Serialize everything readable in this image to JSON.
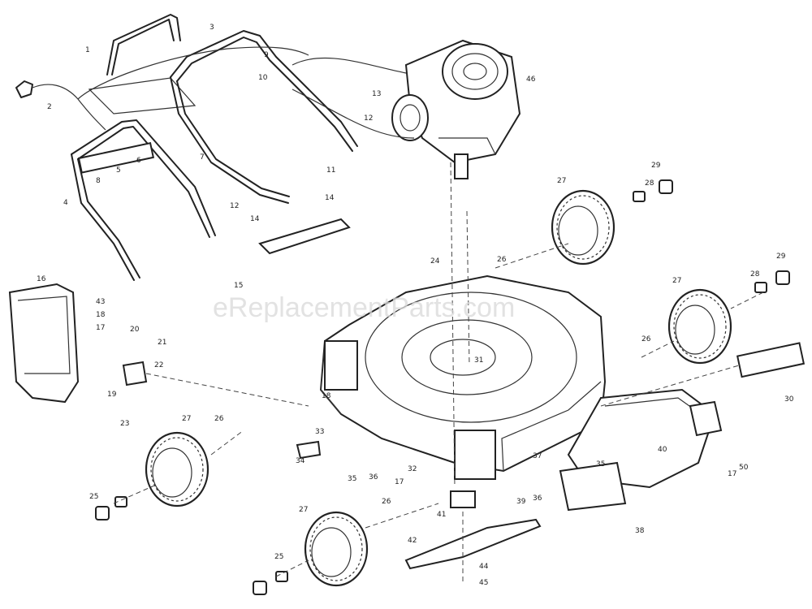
{
  "watermark": "eReplacementParts.com",
  "callouts": [
    {
      "id": "c1",
      "text": "1"
    },
    {
      "id": "c2",
      "text": "2"
    },
    {
      "id": "c3",
      "text": "3"
    },
    {
      "id": "c4",
      "text": "4"
    },
    {
      "id": "c5",
      "text": "5"
    },
    {
      "id": "c6",
      "text": "6"
    },
    {
      "id": "c7",
      "text": "7"
    },
    {
      "id": "c8",
      "text": "8"
    },
    {
      "id": "c9",
      "text": "9"
    },
    {
      "id": "c10",
      "text": "10"
    },
    {
      "id": "c11",
      "text": "11"
    },
    {
      "id": "c12",
      "text": "12"
    },
    {
      "id": "c12b",
      "text": "12"
    },
    {
      "id": "c13",
      "text": "13"
    },
    {
      "id": "c14",
      "text": "14"
    },
    {
      "id": "c14b",
      "text": "14"
    },
    {
      "id": "c15",
      "text": "15"
    },
    {
      "id": "c16",
      "text": "16"
    },
    {
      "id": "c17",
      "text": "17"
    },
    {
      "id": "c18",
      "text": "18"
    },
    {
      "id": "c19",
      "text": "19"
    },
    {
      "id": "c20",
      "text": "20"
    },
    {
      "id": "c21",
      "text": "21"
    },
    {
      "id": "c22",
      "text": "22"
    },
    {
      "id": "c23",
      "text": "23"
    },
    {
      "id": "c24",
      "text": "24"
    },
    {
      "id": "c25",
      "text": "25"
    },
    {
      "id": "c26",
      "text": "26"
    },
    {
      "id": "c27",
      "text": "27"
    },
    {
      "id": "c28",
      "text": "28"
    },
    {
      "id": "c29",
      "text": "29"
    },
    {
      "id": "c30",
      "text": "30"
    },
    {
      "id": "c31",
      "text": "31"
    },
    {
      "id": "c32",
      "text": "32"
    },
    {
      "id": "c33",
      "text": "33"
    },
    {
      "id": "c34",
      "text": "34"
    },
    {
      "id": "c35",
      "text": "35"
    },
    {
      "id": "c36",
      "text": "36"
    },
    {
      "id": "c37",
      "text": "37"
    },
    {
      "id": "c38",
      "text": "38"
    },
    {
      "id": "c39",
      "text": "39"
    },
    {
      "id": "c40",
      "text": "40"
    },
    {
      "id": "c41",
      "text": "41"
    },
    {
      "id": "c42",
      "text": "42"
    },
    {
      "id": "c43",
      "text": "43"
    },
    {
      "id": "c44",
      "text": "44"
    },
    {
      "id": "c45",
      "text": "45"
    },
    {
      "id": "c46",
      "text": "46"
    },
    {
      "id": "c27b",
      "text": "27"
    },
    {
      "id": "c27c",
      "text": "27"
    },
    {
      "id": "c27d",
      "text": "27"
    },
    {
      "id": "c26b",
      "text": "26"
    },
    {
      "id": "c26c",
      "text": "26"
    },
    {
      "id": "c26d",
      "text": "26"
    },
    {
      "id": "c29b",
      "text": "29"
    },
    {
      "id": "c28b",
      "text": "28"
    },
    {
      "id": "c17b",
      "text": "17"
    },
    {
      "id": "c17c",
      "text": "17"
    },
    {
      "id": "c35b",
      "text": "35"
    },
    {
      "id": "c36b",
      "text": "36"
    },
    {
      "id": "c18b",
      "text": "18"
    },
    {
      "id": "c25b",
      "text": "25"
    },
    {
      "id": "c50",
      "text": "50"
    }
  ]
}
